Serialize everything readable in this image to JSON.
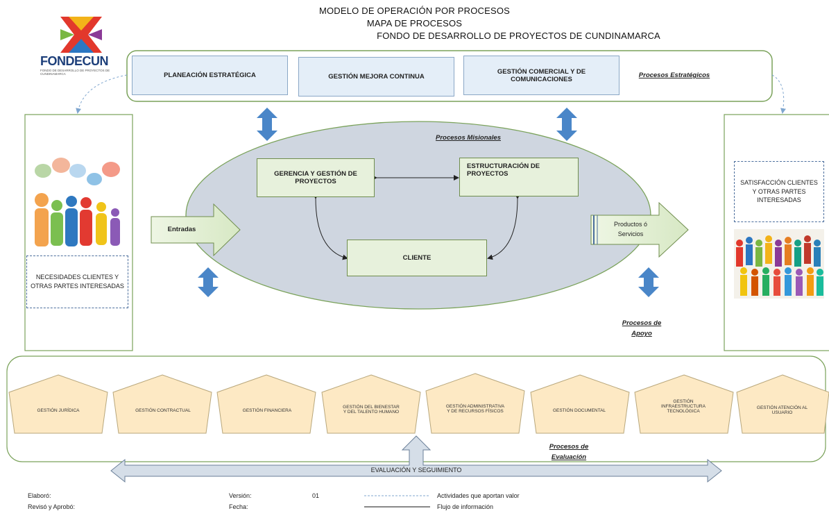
{
  "title": {
    "line1": "MODELO DE OPERACIÓN POR PROCESOS",
    "line2": "MAPA DE PROCESOS",
    "line3": "FONDO DE DESARROLLO DE PROYECTOS DE CUNDINAMARCA"
  },
  "logo": {
    "name": "FONDECUN",
    "tagline": "FONDO DE DESARROLLO DE PROYECTOS DE CUNDINAMARCA"
  },
  "strategic": {
    "label": "Procesos Estratégicos",
    "boxes": [
      "PLANEACIÓN ESTRATÉGICA",
      "GESTIÓN MEJORA CONTINUA",
      "GESTIÓN COMERCIAL Y DE COMUNICACIONES"
    ]
  },
  "missional": {
    "label": "Procesos Misionales",
    "gerencia": "GERENCIA Y GESTIÓN DE PROYECTOS",
    "estructuracion": "ESTRUCTURACIÓN DE PROYECTOS",
    "cliente": "CLIENTE",
    "entradas": "Entradas",
    "productos": "Productos ó Servicios"
  },
  "left_panel": {
    "needs": "NECESIDADES CLIENTES Y OTRAS PARTES INTERESADAS"
  },
  "right_panel": {
    "satisfaction": "SATISFACCIÓN CLIENTES Y OTRAS PARTES INTERESADAS"
  },
  "support": {
    "label": "Procesos de Apoyo",
    "items": [
      "GESTIÓN JURÍDICA",
      "GESTIÓN CONTRACTUAL",
      "GESTIÓN FINANCIERA",
      "GESTIÓN DEL BIENESTAR Y DEL TALENTO HUMANO",
      "GESTIÓN ADMINISTRATIVA Y DE RECURSOS FÍSICOS",
      "GESTIÓN DOCUMENTAL",
      "GESTIÓN INFRAESTRUCTURA TECNOLÓGICA",
      "GESTIÓN ATENCIÓN AL USUARIO"
    ]
  },
  "evaluation": {
    "label": "Procesos de Evaluación",
    "arrow": "EVALUACIÓN Y SEGUIMIENTO"
  },
  "footer": {
    "elaboro": "Elaboró:",
    "reviso": "Revisó y Aprobó:",
    "version_label": "Versión:",
    "version_value": "01",
    "fecha_label": "Fecha:",
    "legend_dashed": "Actividades que aportan valor",
    "legend_solid": "Flujo de información"
  },
  "colors": {
    "green_border": "#7aa25a",
    "arrow_blue": "#4a86c8",
    "ellipse": "#cfd6e0",
    "box_blue": "#e4eef8"
  }
}
